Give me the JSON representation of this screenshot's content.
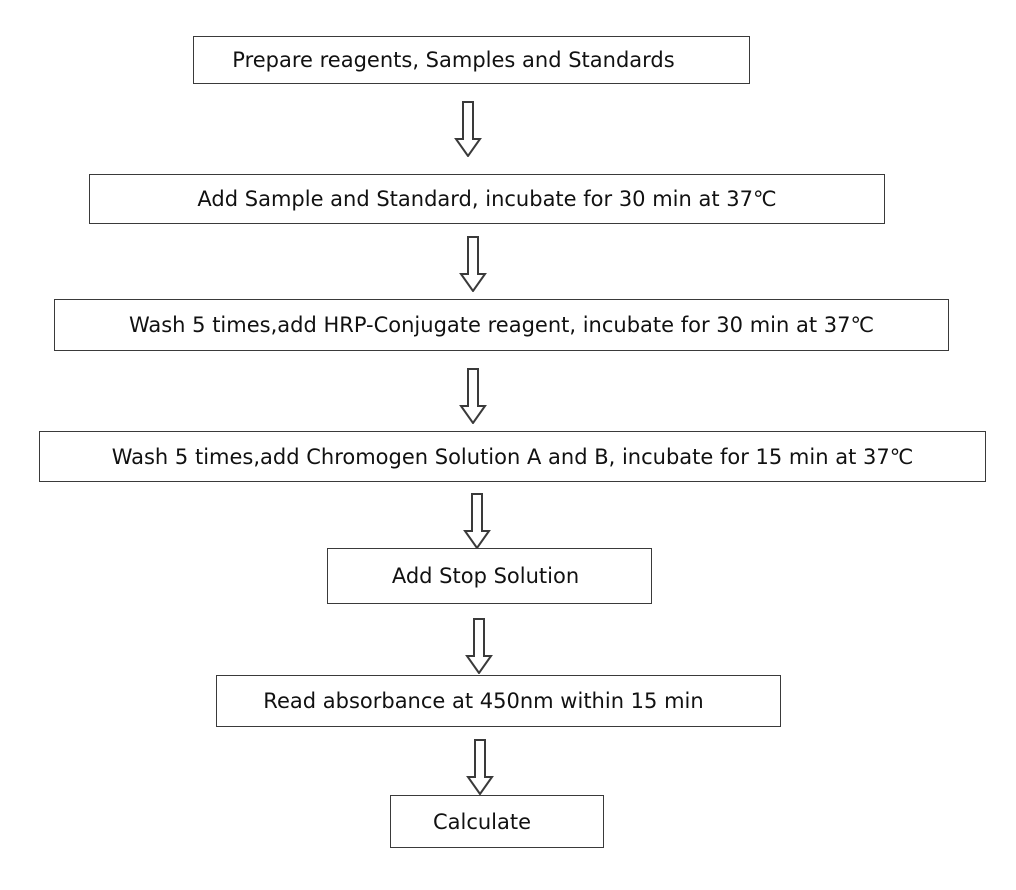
{
  "flowchart": {
    "steps": [
      "Prepare reagents, Samples and Standards",
      "Add Sample and Standard, incubate for 30 min at 37℃",
      "Wash 5 times,add HRP-Conjugate reagent, incubate for 30 min at 37℃",
      "Wash 5 times,add Chromogen Solution A and B, incubate for 15 min at 37℃",
      "Add Stop Solution",
      "Read absorbance at 450nm within 15 min",
      "Calculate"
    ],
    "arrow_icon": "hollow-down-arrow-icon",
    "colors": {
      "border": "#3a3a3a",
      "text": "#111111",
      "background": "#ffffff"
    }
  }
}
